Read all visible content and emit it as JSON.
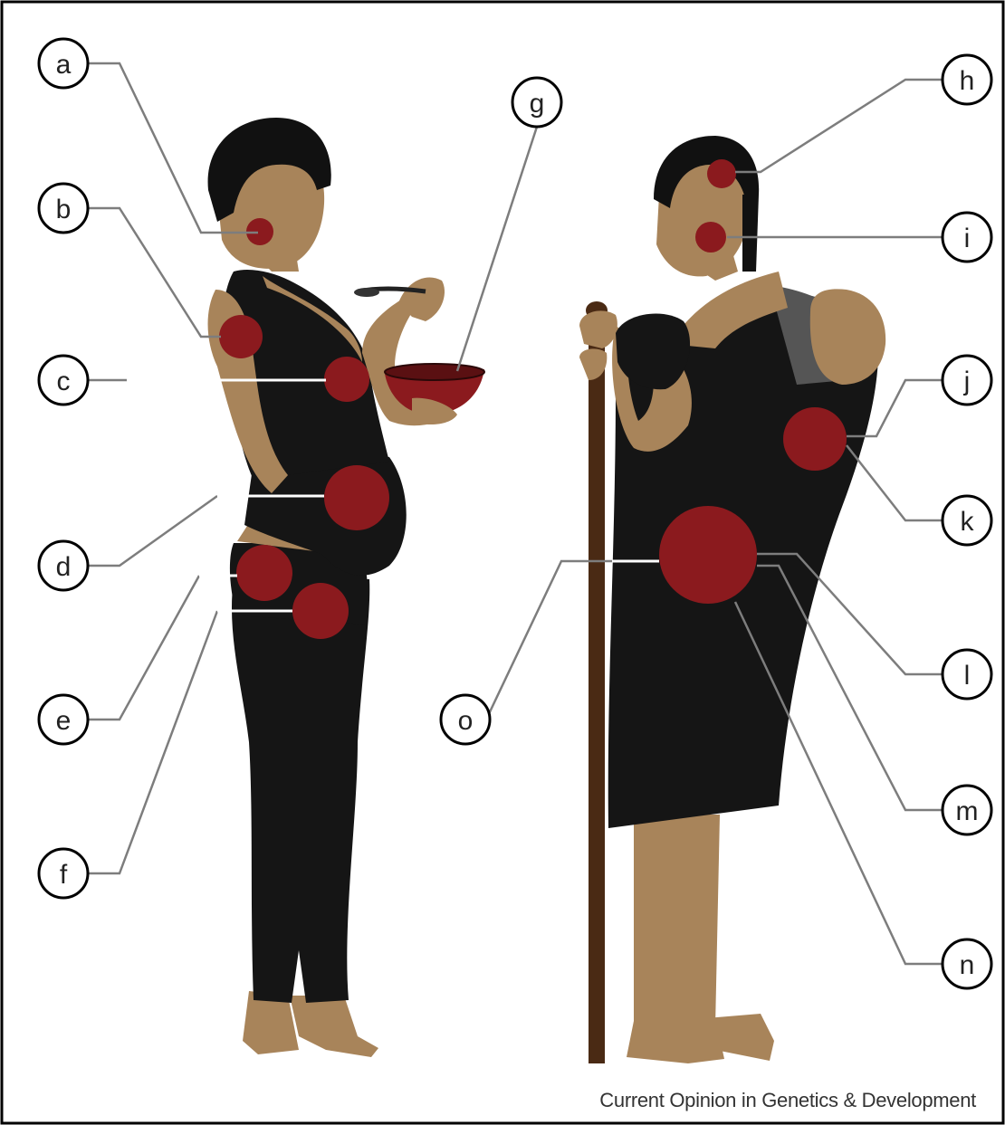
{
  "figure": {
    "source_credit": "Current Opinion in Genetics & Development",
    "colors": {
      "skin": "#a8845a",
      "clothing": "#151515",
      "hair": "#111111",
      "marker": "#8b1a1e",
      "staff": "#4a2a14",
      "leader_line": "#7d7d7d",
      "frame": "#000000"
    },
    "callouts": [
      {
        "id": "a",
        "label": "a"
      },
      {
        "id": "b",
        "label": "b"
      },
      {
        "id": "c",
        "label": "c"
      },
      {
        "id": "d",
        "label": "d"
      },
      {
        "id": "e",
        "label": "e"
      },
      {
        "id": "f",
        "label": "f"
      },
      {
        "id": "g",
        "label": "g"
      },
      {
        "id": "h",
        "label": "h"
      },
      {
        "id": "i",
        "label": "i"
      },
      {
        "id": "j",
        "label": "j"
      },
      {
        "id": "k",
        "label": "k"
      },
      {
        "id": "l",
        "label": "l"
      },
      {
        "id": "m",
        "label": "m"
      },
      {
        "id": "n",
        "label": "n"
      },
      {
        "id": "o",
        "label": "o"
      }
    ]
  }
}
